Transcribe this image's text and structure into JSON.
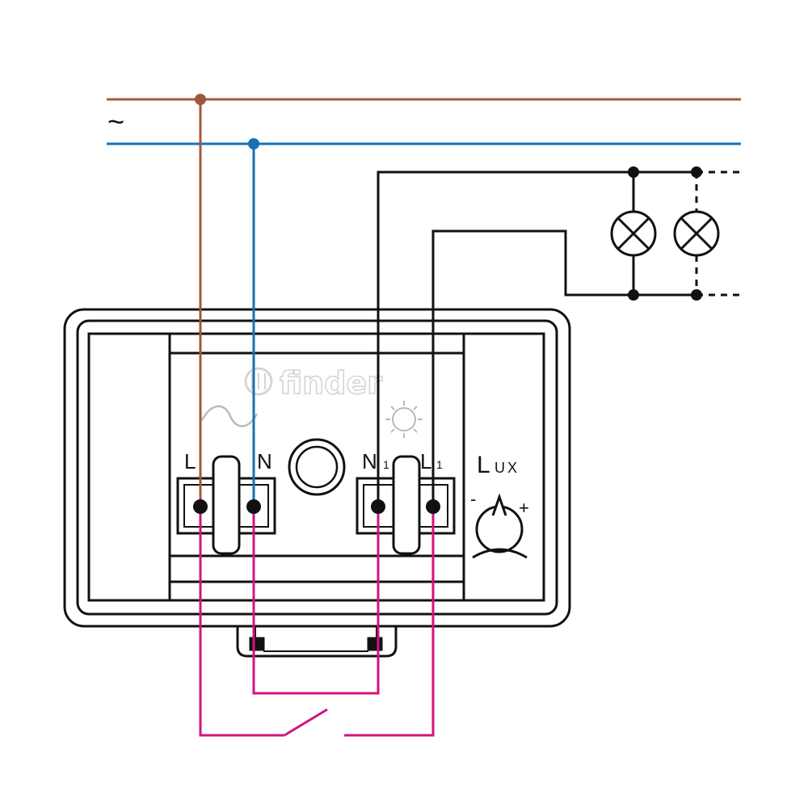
{
  "labels": {
    "ac_symbol": "~",
    "brand": "finder",
    "terminal_l": "L",
    "terminal_n": "N",
    "terminal_n1_main": "N",
    "terminal_n1_sub": "1",
    "terminal_l1_main": "L",
    "terminal_l1_sub": "1",
    "lux_main": "L",
    "lux_sub": "UX",
    "minus": "-",
    "plus": "+"
  },
  "colors": {
    "live_wire": "#a0573f",
    "neutral_wire": "#1672b4",
    "sensor_wire": "#d1147f",
    "load_wire": "#111111",
    "brand_text": "#d5d5d5"
  },
  "icons": {
    "lamps": [
      "lamp-icon",
      "lamp-icon"
    ],
    "sensor": "light-sensor-icon",
    "knob": "lux-adjust-knob-icon",
    "sun": "sun-icon",
    "switch": "switch-contact-icon"
  }
}
